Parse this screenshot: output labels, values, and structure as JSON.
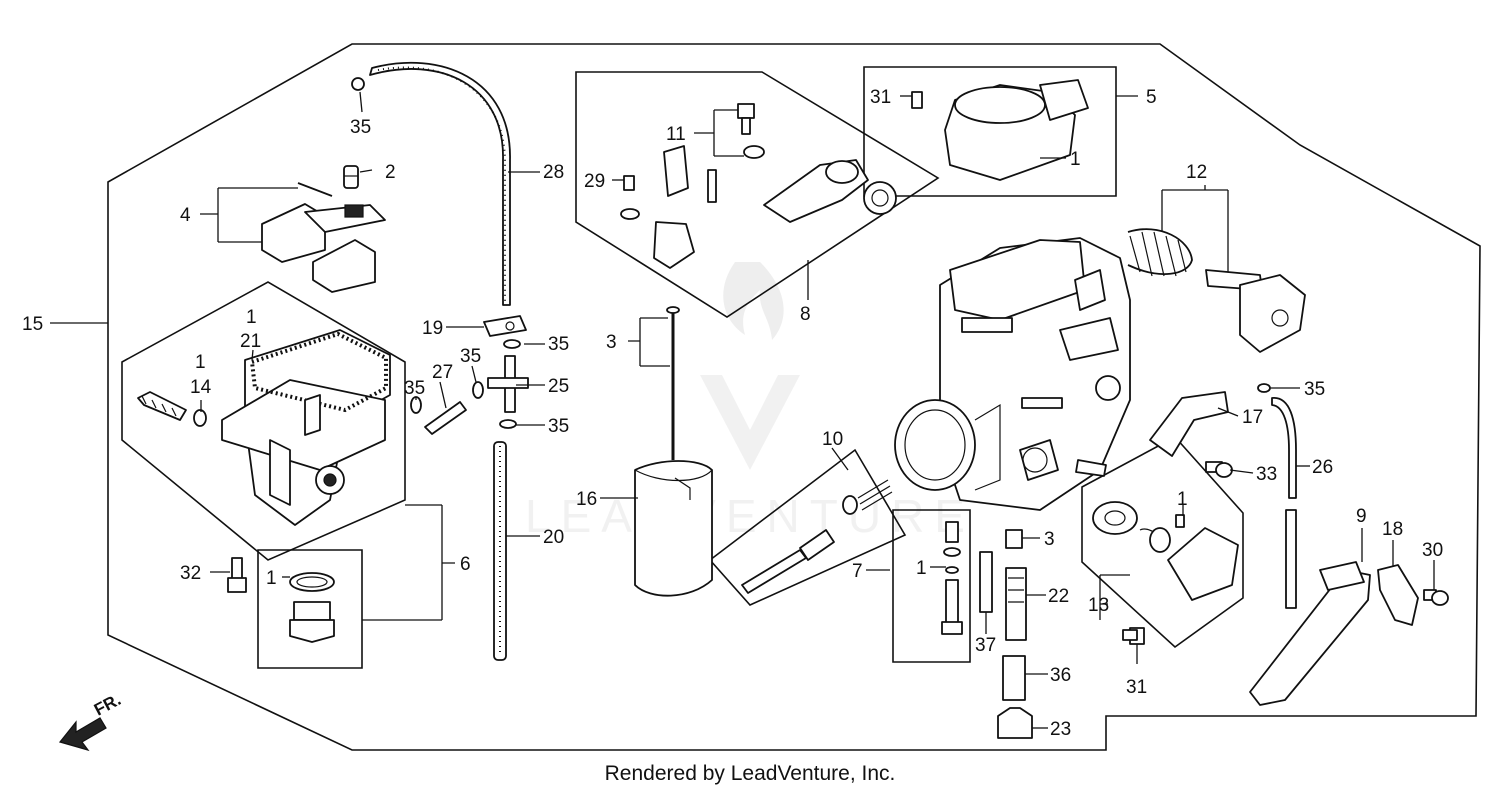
{
  "diagram": {
    "callouts": [
      {
        "id": "c15",
        "text": "15"
      },
      {
        "id": "c35a",
        "text": "35"
      },
      {
        "id": "c2",
        "text": "2"
      },
      {
        "id": "c28",
        "text": "28"
      },
      {
        "id": "c4",
        "text": "4"
      },
      {
        "id": "c1a",
        "text": "1"
      },
      {
        "id": "c21",
        "text": "21"
      },
      {
        "id": "c1b",
        "text": "1"
      },
      {
        "id": "c14",
        "text": "14"
      },
      {
        "id": "c19",
        "text": "19"
      },
      {
        "id": "c35b",
        "text": "35"
      },
      {
        "id": "c35c",
        "text": "35"
      },
      {
        "id": "c35d",
        "text": "35"
      },
      {
        "id": "c27",
        "text": "27"
      },
      {
        "id": "c25",
        "text": "25"
      },
      {
        "id": "c35e",
        "text": "35"
      },
      {
        "id": "c6",
        "text": "6"
      },
      {
        "id": "c32",
        "text": "32"
      },
      {
        "id": "c1c",
        "text": "1"
      },
      {
        "id": "c20",
        "text": "20"
      },
      {
        "id": "c11",
        "text": "11"
      },
      {
        "id": "c29",
        "text": "29"
      },
      {
        "id": "c8",
        "text": "8"
      },
      {
        "id": "c3a",
        "text": "3"
      },
      {
        "id": "c16",
        "text": "16"
      },
      {
        "id": "c10",
        "text": "10"
      },
      {
        "id": "c7",
        "text": "7"
      },
      {
        "id": "c1d",
        "text": "1"
      },
      {
        "id": "c3b",
        "text": "3"
      },
      {
        "id": "c37",
        "text": "37"
      },
      {
        "id": "c22",
        "text": "22"
      },
      {
        "id": "c36",
        "text": "36"
      },
      {
        "id": "c23",
        "text": "23"
      },
      {
        "id": "c31a",
        "text": "31"
      },
      {
        "id": "c5",
        "text": "5"
      },
      {
        "id": "c1e",
        "text": "1"
      },
      {
        "id": "c12",
        "text": "12"
      },
      {
        "id": "c35f",
        "text": "35"
      },
      {
        "id": "c17",
        "text": "17"
      },
      {
        "id": "c26",
        "text": "26"
      },
      {
        "id": "c33",
        "text": "33"
      },
      {
        "id": "c1f",
        "text": "1"
      },
      {
        "id": "c13",
        "text": "13"
      },
      {
        "id": "c31b",
        "text": "31"
      },
      {
        "id": "c9",
        "text": "9"
      },
      {
        "id": "c18",
        "text": "18"
      },
      {
        "id": "c30",
        "text": "30"
      }
    ],
    "direction_label": "FR.",
    "watermark": "LEADVENTURE"
  },
  "footer": {
    "credit": "Rendered by LeadVenture, Inc."
  },
  "colors": {
    "line": "#111111",
    "background": "#ffffff",
    "watermark": "#d9d9d9"
  }
}
